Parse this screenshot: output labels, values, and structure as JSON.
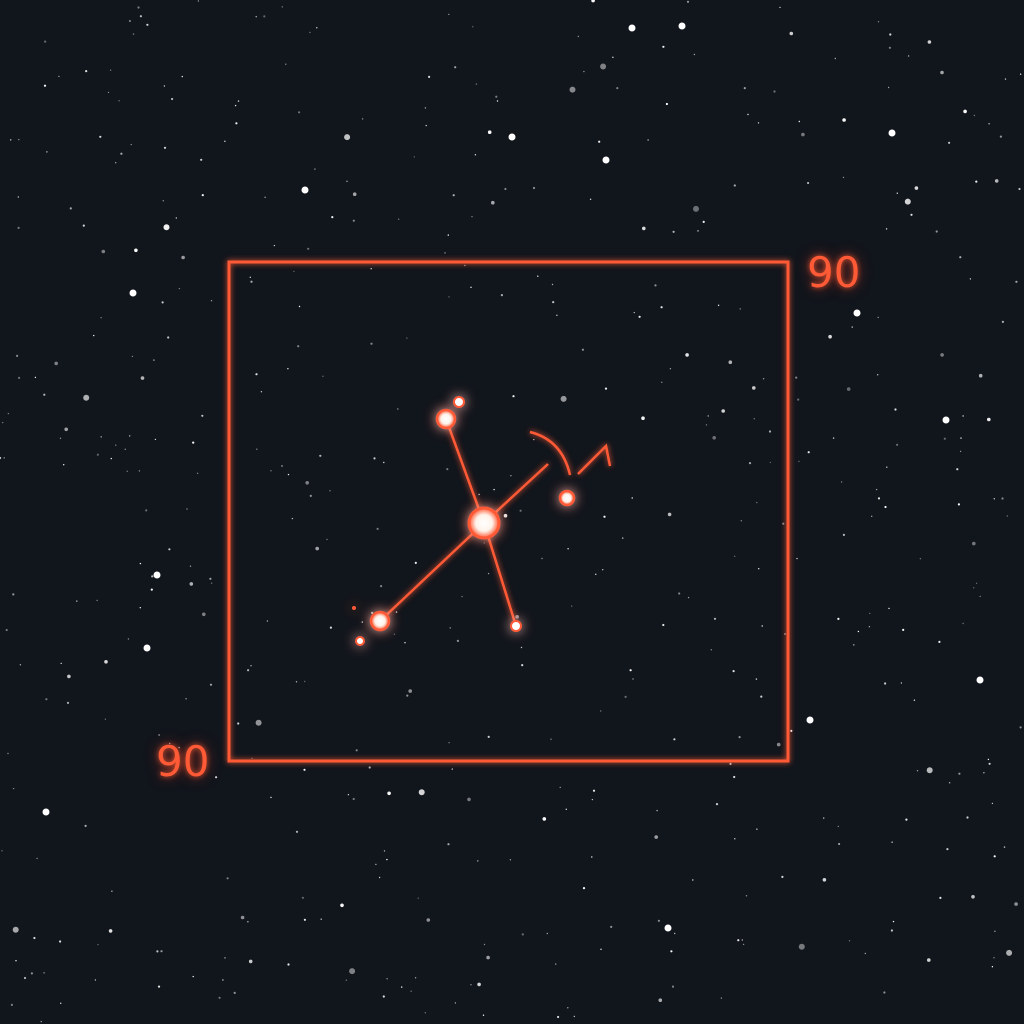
{
  "scene": {
    "background_color": "#11151c",
    "accent_color": "#ff5a36",
    "star_color": "#ffffff",
    "description_tags": [
      "night-sky",
      "constellation",
      "frame"
    ]
  },
  "labels": {
    "top_right": "90",
    "bottom_left": "90"
  },
  "constellation": {
    "stars": [
      {
        "id": "star-center",
        "brightness": "brightest"
      },
      {
        "id": "star-upper-left",
        "brightness": "bright"
      },
      {
        "id": "star-upper-left-small",
        "brightness": "faint"
      },
      {
        "id": "star-lower-left",
        "brightness": "bright"
      },
      {
        "id": "star-lower-left-small",
        "brightness": "faint"
      },
      {
        "id": "star-lower-right",
        "brightness": "faint"
      },
      {
        "id": "star-right",
        "brightness": "medium"
      }
    ]
  }
}
